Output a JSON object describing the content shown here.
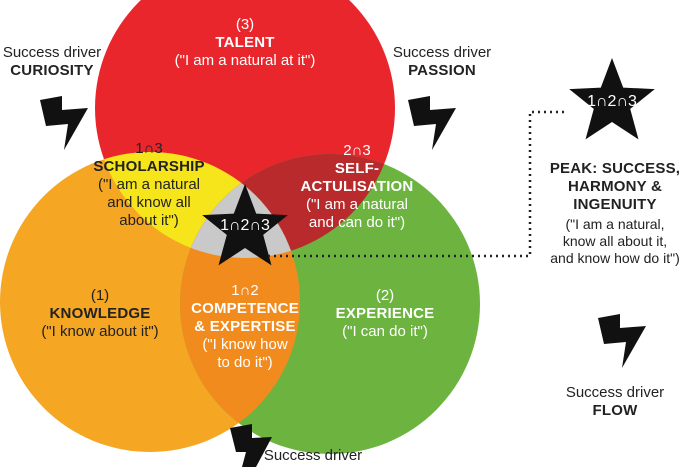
{
  "colors": {
    "talent": "#e8262c",
    "knowledge": "#f5a623",
    "experience": "#6cb43f",
    "scholarship_overlap": "#f7e51b",
    "self_actualisation_overlap": "#b82a2c",
    "competence_overlap": "#f28b1e",
    "center_overlap": "#c9c9c9",
    "star": "#111111"
  },
  "talent": {
    "number": "(3)",
    "title": "TALENT",
    "quote": "(\"I am a natural at it\")"
  },
  "knowledge": {
    "number": "(1)",
    "title": "KNOWLEDGE",
    "quote": "(\"I know about it\")"
  },
  "experience": {
    "number": "(2)",
    "title": "EXPERIENCE",
    "quote": "(\"I can do it\")"
  },
  "scholarship": {
    "number": "1∩3",
    "title": "SCHOLARSHIP",
    "quote_l1": "(\"I am a natural",
    "quote_l2": "and know all",
    "quote_l3": "about it\")"
  },
  "self_actualisation": {
    "number": "2∩3",
    "title_l1": "SELF-",
    "title_l2": "ACTULISATION",
    "quote_l1": "(\"I am a natural",
    "quote_l2": "and can do it\")"
  },
  "competence": {
    "number": "1∩2",
    "title_l1": "COMPETENCE",
    "title_l2": "& EXPERTISE",
    "quote_l1": "(\"I know how",
    "quote_l2": "to do it\")"
  },
  "center": {
    "label": "1∩2∩3"
  },
  "peak": {
    "star_label": "1∩2∩3",
    "title_l1": "PEAK: SUCCESS,",
    "title_l2": "HARMONY &",
    "title_l3": "INGENUITY",
    "quote_l1": "(\"I am a natural,",
    "quote_l2": "know all about it,",
    "quote_l3": "and know how do it\")"
  },
  "drivers": {
    "curiosity": {
      "caption": "Success driver",
      "name": "CURIOSITY"
    },
    "passion": {
      "caption": "Success driver",
      "name": "PASSION"
    },
    "flow": {
      "caption": "Success driver",
      "name": "FLOW"
    },
    "bottom": {
      "caption": "Success driver"
    }
  },
  "icons": {
    "lightning": "lightning-bolt-icon",
    "star": "star-icon"
  }
}
